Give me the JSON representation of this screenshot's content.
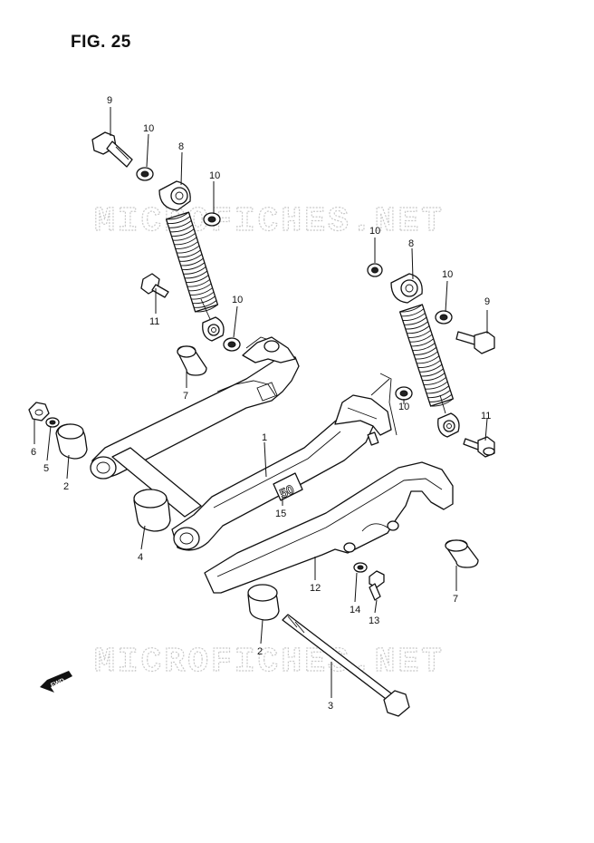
{
  "figure": {
    "title": "FIG. 25"
  },
  "watermark": {
    "text": "MICROFICHES.NET"
  },
  "direction_marker": {
    "text": "FWD"
  },
  "callouts": [
    {
      "id": "c9a",
      "label": "9"
    },
    {
      "id": "c10a",
      "label": "10"
    },
    {
      "id": "c8a",
      "label": "8"
    },
    {
      "id": "c10b",
      "label": "10"
    },
    {
      "id": "c11a",
      "label": "11"
    },
    {
      "id": "c10c",
      "label": "10"
    },
    {
      "id": "c7a",
      "label": "7"
    },
    {
      "id": "c6",
      "label": "6"
    },
    {
      "id": "c5",
      "label": "5"
    },
    {
      "id": "c2a",
      "label": "2"
    },
    {
      "id": "c1",
      "label": "1"
    },
    {
      "id": "c15",
      "label": "15"
    },
    {
      "id": "c4",
      "label": "4"
    },
    {
      "id": "c10d",
      "label": "10"
    },
    {
      "id": "c8b",
      "label": "8"
    },
    {
      "id": "c10e",
      "label": "10"
    },
    {
      "id": "c9b",
      "label": "9"
    },
    {
      "id": "c10f",
      "label": "10"
    },
    {
      "id": "c11b",
      "label": "11"
    },
    {
      "id": "c12",
      "label": "12"
    },
    {
      "id": "c14",
      "label": "14"
    },
    {
      "id": "c13",
      "label": "13"
    },
    {
      "id": "c7b",
      "label": "7"
    },
    {
      "id": "c2b",
      "label": "2"
    },
    {
      "id": "c3",
      "label": "3"
    }
  ]
}
